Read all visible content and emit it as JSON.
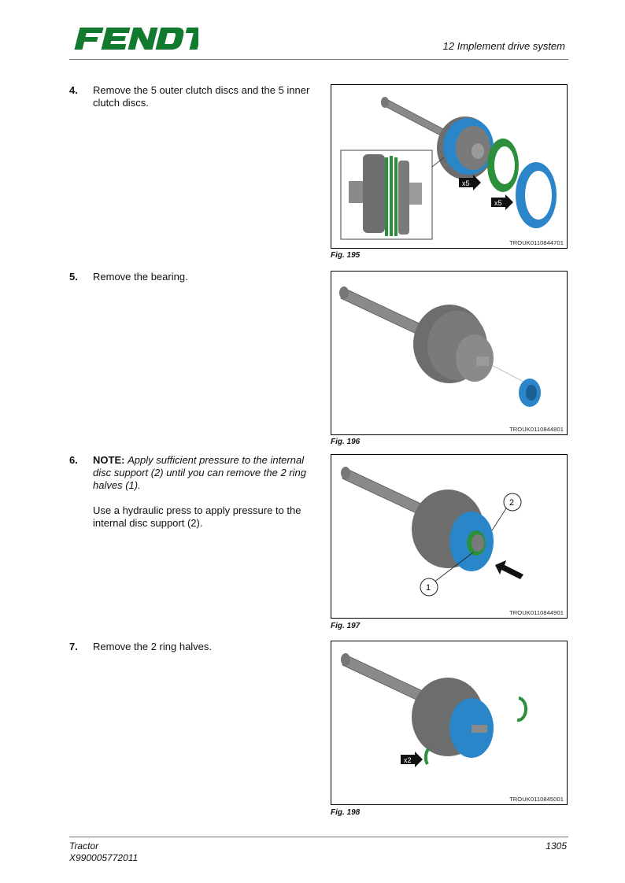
{
  "header": {
    "logo_text": "FENDT",
    "section_title": "12 Implement drive system"
  },
  "steps": [
    {
      "number": "4.",
      "text": "Remove the 5 outer clutch discs and the 5 inner clutch discs."
    },
    {
      "number": "5.",
      "text": "Remove the bearing."
    },
    {
      "number": "6.",
      "note_label": "NOTE:",
      "note_text": "Apply sufficient pressure to the internal disc support (2) until you can remove the 2 ring halves (1).",
      "text": "Use a hydraulic press to apply pressure to the internal disc support (2)."
    },
    {
      "number": "7.",
      "text": "Remove the 2 ring halves."
    }
  ],
  "figures": [
    {
      "caption": "Fig. 195",
      "image_id": "TROUK0110844701",
      "labels": {
        "green_qty": "x5",
        "blue_qty": "x5"
      }
    },
    {
      "caption": "Fig. 196",
      "image_id": "TROUK0110844801"
    },
    {
      "caption": "Fig. 197",
      "image_id": "TROUK0110844901",
      "callouts": {
        "ring_halves": "1",
        "disc_support": "2"
      }
    },
    {
      "caption": "Fig. 198",
      "image_id": "TROUK0110845001",
      "labels": {
        "ring_qty": "x2"
      }
    }
  ],
  "footer": {
    "product": "Tractor",
    "doc_number": "X990005772011",
    "page_number": "1305"
  },
  "colors": {
    "brand_green": "#127a2e",
    "part_blue": "#2a86c9",
    "ring_green": "#2c8f3c",
    "metal_gray": "#7a7a7a"
  }
}
